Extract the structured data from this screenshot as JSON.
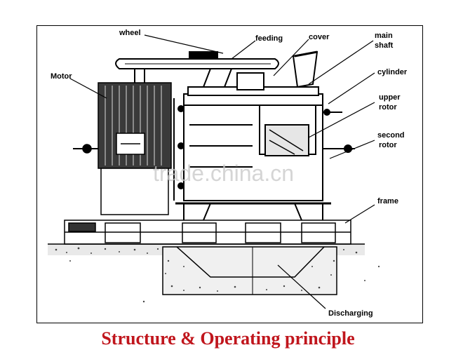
{
  "labels": {
    "wheel": "wheel",
    "feeding": "feeding",
    "cover": "cover",
    "main_shaft_1": "main",
    "main_shaft_2": "shaft",
    "motor": "Motor",
    "cylinder": "cylinder",
    "upper_rotor_1": "upper",
    "upper_rotor_2": "rotor",
    "second_rotor_1": "second",
    "second_rotor_2": "rotor",
    "frame": "frame",
    "discharging": "Discharging"
  },
  "watermark": "trade.china.cn",
  "caption": "Structure & Operating principle",
  "colors": {
    "caption": "#c0151c",
    "line": "#000000",
    "watermark": "#c8c8c8"
  }
}
